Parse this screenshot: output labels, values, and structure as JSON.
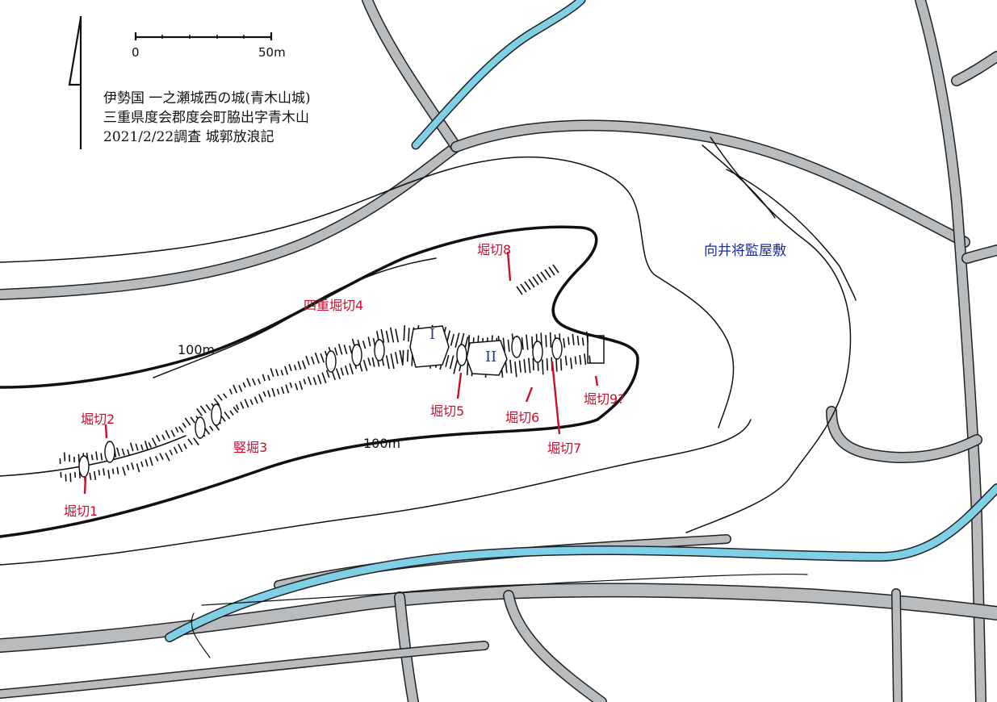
{
  "map_info": {
    "title": "伊勢国 一之瀬城西の城(青木山城)",
    "address": "三重県度会郡度会町脇出字青木山",
    "survey": "2021/2/22調査 城郭放浪記"
  },
  "scale_bar": {
    "start": "0",
    "end": "50m"
  },
  "contours": {
    "upper": "100m",
    "lower": "100m"
  },
  "enclosures": {
    "main": "I",
    "second": "II"
  },
  "features": {
    "horikiri1": "堀切1",
    "horikiri2": "堀切2",
    "tatebori3": "竪堀3",
    "yonju_horikiri4": "四重堀切4",
    "horikiri5": "堀切5",
    "horikiri6": "堀切6",
    "horikiri7": "堀切7",
    "horikiri8": "堀切8",
    "horikiri9": "堀切9?"
  },
  "place": {
    "residence": "向井将監屋敷"
  },
  "colors": {
    "road": "#b9bcbe",
    "river": "#7fcfe6",
    "feature_label": "#c8102e",
    "place_label": "#1a2a9a"
  }
}
